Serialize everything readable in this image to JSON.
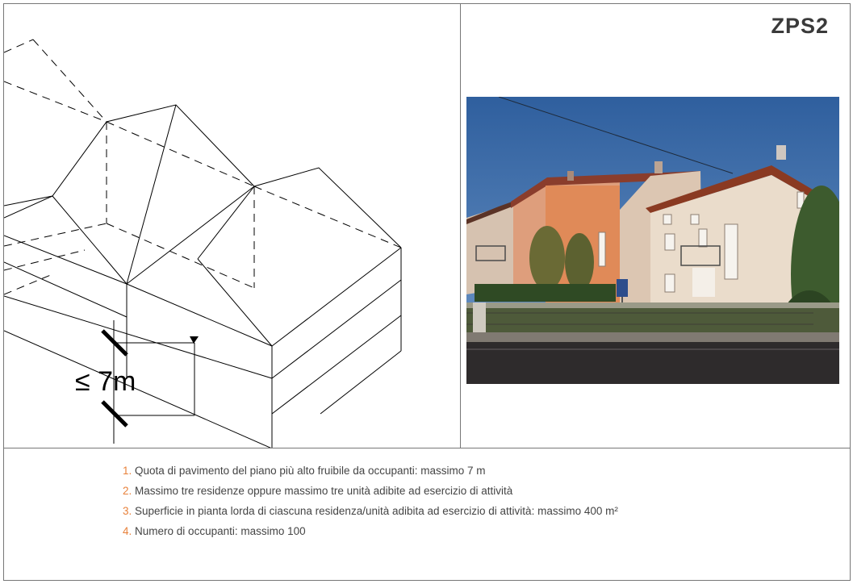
{
  "panel_code": "ZPS2",
  "diagram": {
    "height_label": "≤ 7m"
  },
  "photo": {
    "subject": "three-storey residential building",
    "colors": {
      "sky": "#3d6fae",
      "roof": "#8a3a22",
      "facade_light": "#eadccb",
      "facade_orange": "#e08a58",
      "hedge": "#3d5b2e",
      "road": "#2e2b2c"
    }
  },
  "requirements": [
    {
      "num": "1.",
      "text": "Quota di pavimento del piano più alto fruibile da occupanti: massimo 7 m"
    },
    {
      "num": "2.",
      "text": "Massimo tre residenze oppure massimo tre unità adibite ad esercizio di attività"
    },
    {
      "num": "3.",
      "text": "Superficie in pianta lorda di ciascuna residenza/unità adibita ad esercizio di attività: massimo 400 m²"
    },
    {
      "num": "4.",
      "text": "Numero di occupanti: massimo 100"
    }
  ],
  "colors": {
    "accent_number": "#e8813a",
    "text": "#444444",
    "border": "#777777"
  }
}
